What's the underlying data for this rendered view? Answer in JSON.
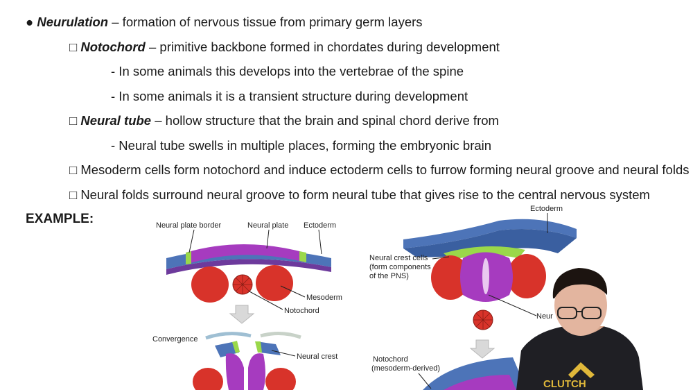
{
  "bullets": {
    "l1": {
      "marker": "●",
      "term": "Neurulation",
      "rest": " – formation of nervous tissue from primary germ layers"
    },
    "l2": {
      "marker": "□",
      "term": "Notochord",
      "rest": " – primitive backbone formed in chordates during development"
    },
    "l3": {
      "text": "- In some animals this develops into the vertebrae of the spine"
    },
    "l4": {
      "text": "- In some animals it is a transient structure during development"
    },
    "l5": {
      "marker": "□",
      "term": "Neural tube",
      "rest": " – hollow structure that the brain and spinal chord derive from"
    },
    "l6": {
      "text": "- Neural tube swells in multiple places, forming the embryonic brain"
    },
    "l7": {
      "text": "□ Mesoderm cells form notochord and induce ectoderm cells to furrow forming neural groove and neural folds"
    },
    "l8": {
      "text": "□ Neural folds surround neural groove to form neural tube that gives rise to the central nervous system"
    }
  },
  "example_label": "EXAMPLE:",
  "figure": {
    "left": {
      "neural_plate_border": "Neural plate border",
      "neural_plate": "Neural plate",
      "ectoderm": "Ectoderm",
      "mesoderm": "Mesoderm",
      "notochord": "Notochord",
      "convergence": "Convergence",
      "neural_crest": "Neural crest"
    },
    "right": {
      "ectoderm": "Ectoderm",
      "crest_1": "Neural crest cells",
      "crest_2": "(form components",
      "crest_3": "of the PNS)",
      "neural_partial": "Neur",
      "notochord_1": "Notochord",
      "notochord_2": "(mesoderm-derived)"
    }
  },
  "presenter": {
    "shirt_text": "CLUTCH"
  },
  "colors": {
    "purple": "#a63bbf",
    "blue": "#4d74b8",
    "green": "#9ad84a",
    "red": "#d8332a"
  }
}
